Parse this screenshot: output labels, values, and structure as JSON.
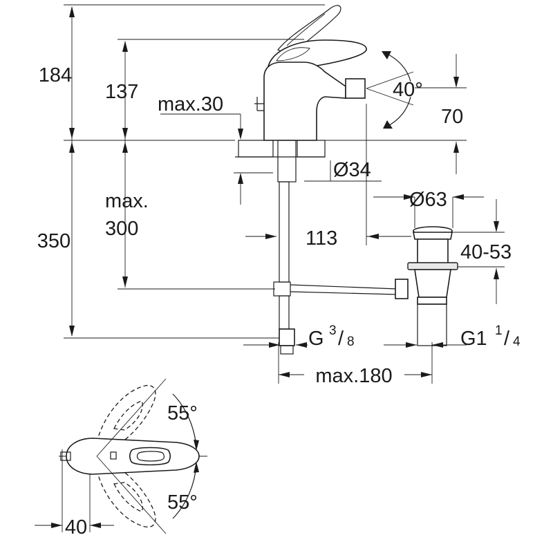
{
  "dimensions": {
    "overall_height": "184",
    "spout_height": "137",
    "max_deck_thickness": "max.30",
    "spout_swivel_angle": "40°",
    "spout_offset": "70",
    "hole_diameter": "Ø34",
    "max_label": "max.",
    "max_value": "300",
    "total_height_below": "350",
    "inlet_offset": "113",
    "waste_diameter": "Ø63",
    "waste_range": "40-53",
    "inlet_thread_base": "G",
    "inlet_thread_num": "3",
    "inlet_thread_den": "8",
    "waste_thread_base": "G1",
    "waste_thread_num": "1",
    "waste_thread_den": "4",
    "max_distance": "max.180",
    "lever_angle_top": "55°",
    "lever_angle_bottom": "55°",
    "lever_length": "40"
  }
}
